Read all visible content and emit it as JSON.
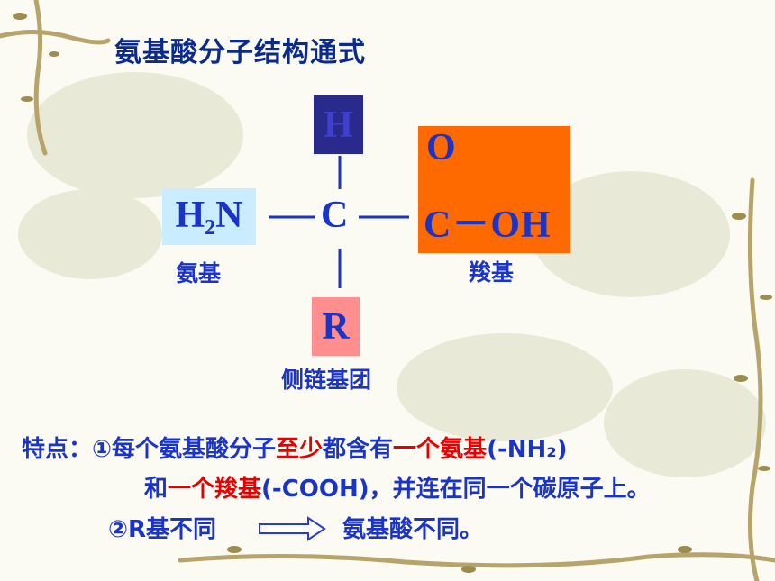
{
  "title": "氨基酸分子结构通式",
  "structure": {
    "h_atom": "H",
    "amino_group_prefix": "H",
    "amino_subscript": "2",
    "amino_suffix": "N",
    "alpha_carbon": "C",
    "carboxyl_oxygen": "O",
    "carboxyl_main": "C－OH",
    "r_group": "R"
  },
  "labels": {
    "amino": "氨基",
    "carboxyl": "羧基",
    "side_chain": "侧链基团"
  },
  "description": {
    "line1_a": "特点：①每个氨基酸分子",
    "line1_red1": "至少",
    "line1_b": "都含有",
    "line1_red2": "一个氨基",
    "line1_c": "(-NH₂)",
    "line2_a": "和",
    "line2_red": "一个羧基",
    "line2_b": "(-COOH)，并连在同一个碳原子上。",
    "line3_a": "②R基不同",
    "line3_b": "氨基酸不同。"
  },
  "colors": {
    "text_blue": "#1a34c8",
    "title_blue": "#0c2a8a",
    "emphasis_red": "#e60000",
    "h_box": "#2a2a8c",
    "amino_box": "#c9ecff",
    "carboxyl_box": "#ff6a00",
    "r_box": "#ff8f8f"
  }
}
